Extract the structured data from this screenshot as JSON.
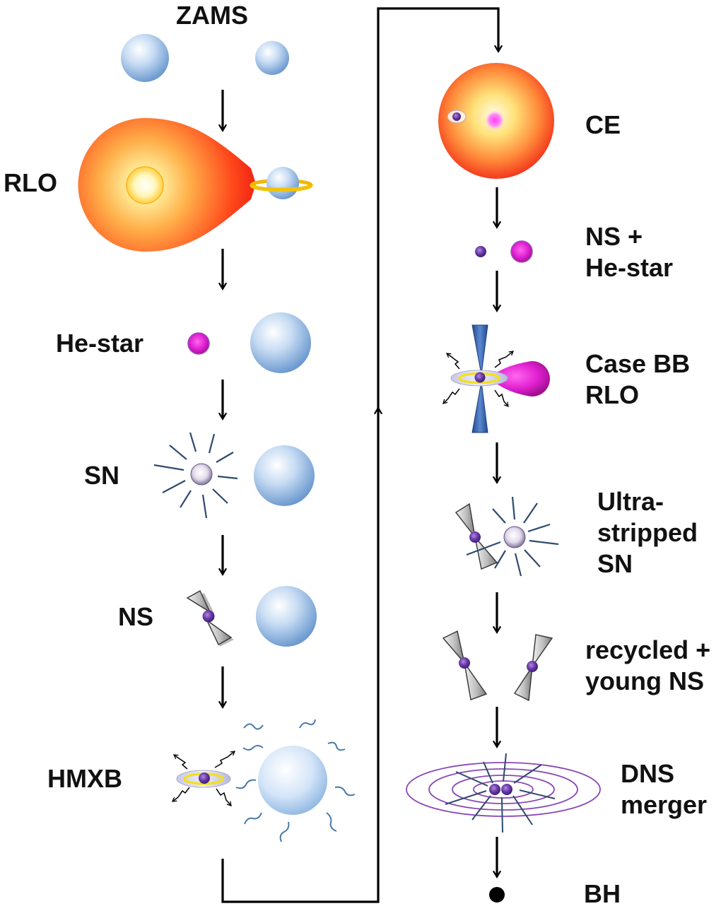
{
  "stages_left": {
    "zams": "ZAMS",
    "rlo": "RLO",
    "he_star": "He-star",
    "sn": "SN",
    "ns": "NS",
    "hmxb": "HMXB"
  },
  "stages_right": {
    "ce": "CE",
    "ns_he_star": [
      "NS +",
      "He-star"
    ],
    "case_bb_rlo": [
      "Case BB",
      "RLO"
    ],
    "ultra_stripped_sn": [
      "Ultra-",
      "stripped",
      "SN"
    ],
    "recycled_young_ns": [
      "recycled +",
      "young NS"
    ],
    "dns_merger": [
      "DNS",
      "merger"
    ],
    "bh": "BH"
  },
  "colors": {
    "ms_star": "#9ec0e6",
    "giant_core": "#fff6b0",
    "giant_edge": "#ff2a10",
    "he_star": "#e020d0",
    "neutron_star": "#6a3aa8",
    "accretion_disk": "#f2cd2a",
    "merger_rings": "#8a48b8",
    "sn_rays": "#2e4a6e",
    "jet": "#3060b0",
    "black_hole": "#000000"
  }
}
